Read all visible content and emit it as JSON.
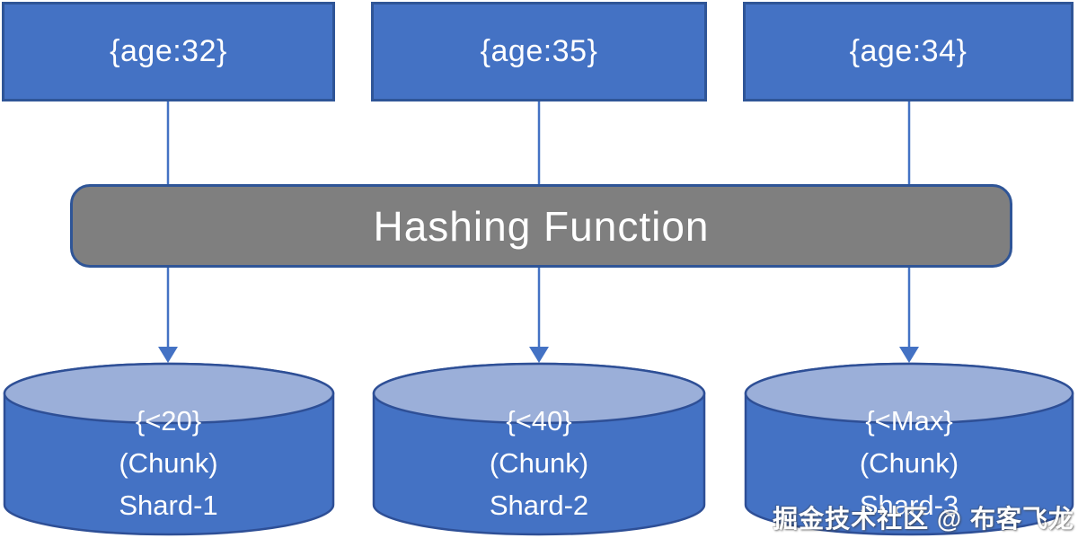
{
  "documents": [
    {
      "label": "{age:32}"
    },
    {
      "label": "{age:35}"
    },
    {
      "label": "{age:34}"
    }
  ],
  "hashing": {
    "label": "Hashing Function"
  },
  "shards": [
    {
      "range": "{<20}",
      "chunk": "(Chunk)",
      "name": "Shard-1"
    },
    {
      "range": "{<40}",
      "chunk": "(Chunk)",
      "name": "Shard-2"
    },
    {
      "range": "{<Max}",
      "chunk": "(Chunk)",
      "name": "Shard-3"
    }
  ],
  "watermark": {
    "text": "掘金技术社区 @ 布客飞龙"
  },
  "colors": {
    "box_fill": "#4472c4",
    "box_border": "#2f5597",
    "hash_fill": "#7f7f7f",
    "cylinder_body": "#4472c4",
    "cylinder_top": "#9bafd9",
    "cylinder_border": "#2e4f96",
    "arrow": "#4472c4",
    "text": "#ffffff"
  }
}
